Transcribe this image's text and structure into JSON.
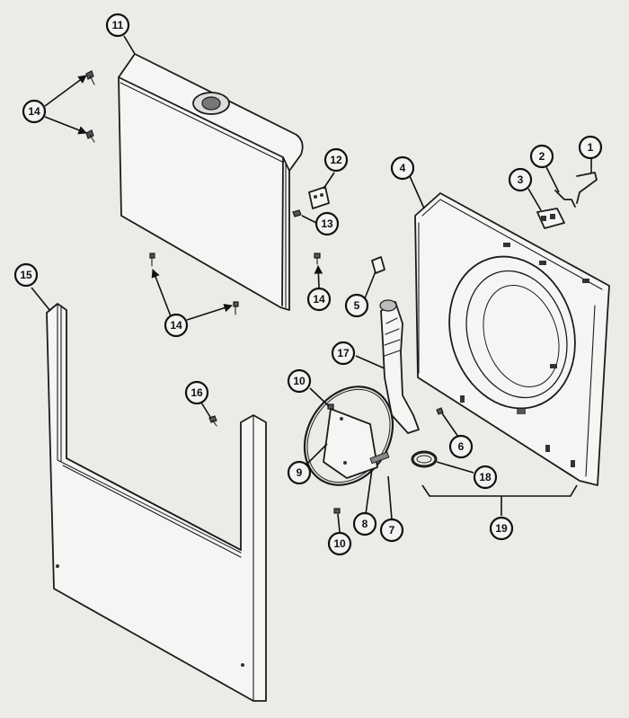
{
  "callouts": {
    "c1": "1",
    "c2": "2",
    "c3": "3",
    "c4": "4",
    "c5": "5",
    "c6": "6",
    "c7": "7",
    "c8": "8",
    "c9": "9",
    "c10a": "10",
    "c10b": "10",
    "c11": "11",
    "c12": "12",
    "c13": "13",
    "c14a": "14",
    "c14b": "14",
    "c14c": "14",
    "c15": "15",
    "c16": "16",
    "c17": "17",
    "c18": "18",
    "c19": "19"
  }
}
